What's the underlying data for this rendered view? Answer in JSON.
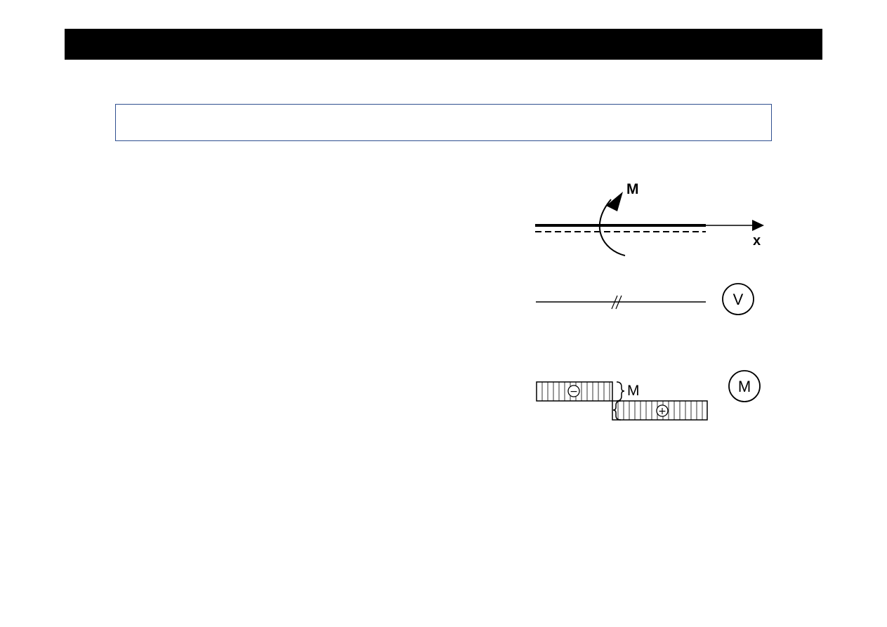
{
  "diagram": {
    "beam": {
      "moment_label": "M",
      "axis_label": "x"
    },
    "shear_diagram": {
      "badge": "V"
    },
    "moment_diagram": {
      "badge": "M",
      "magnitude_label": "M",
      "negative_sign": "−",
      "positive_sign": "+"
    }
  }
}
